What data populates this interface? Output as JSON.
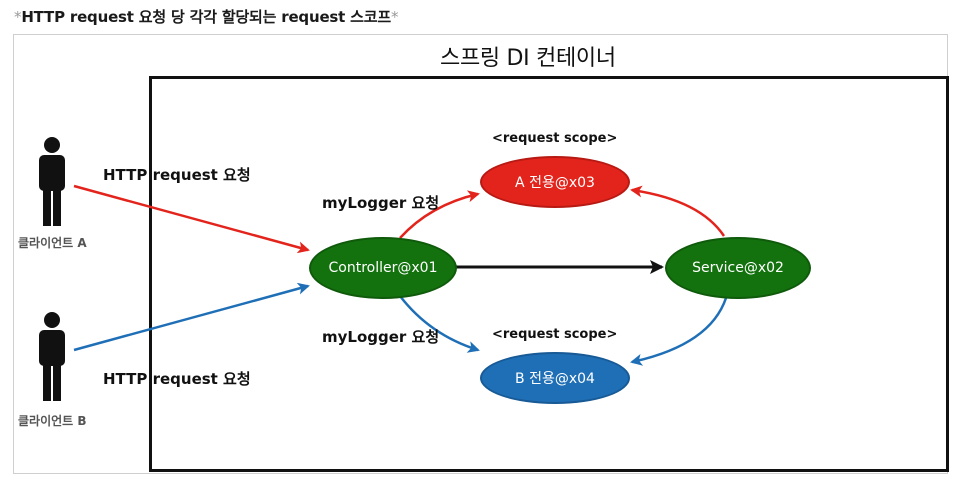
{
  "heading": {
    "star_prefix": "*",
    "text": "HTTP request 요청 당 각각 할당되는 request 스코프",
    "star_suffix": "*"
  },
  "container": {
    "title": "스프링 DI 컨테이너"
  },
  "clients": [
    {
      "label": "클라이언트 A",
      "request_label": "HTTP request 요청"
    },
    {
      "label": "클라이언트 B",
      "request_label": "HTTP request 요청"
    }
  ],
  "nodes": {
    "controller": "Controller@x01",
    "service": "Service@x02",
    "bean_a": "A 전용@x03",
    "bean_b": "B 전용@x04"
  },
  "scope_labels": {
    "a": "<request scope>",
    "b": "<request scope>"
  },
  "edge_labels": {
    "mylogger_top": "myLogger 요청",
    "mylogger_bottom": "myLogger 요청"
  },
  "colors": {
    "red": "#e3241c",
    "blue": "#1f6fb7",
    "green": "#13720e",
    "black": "#111111"
  }
}
